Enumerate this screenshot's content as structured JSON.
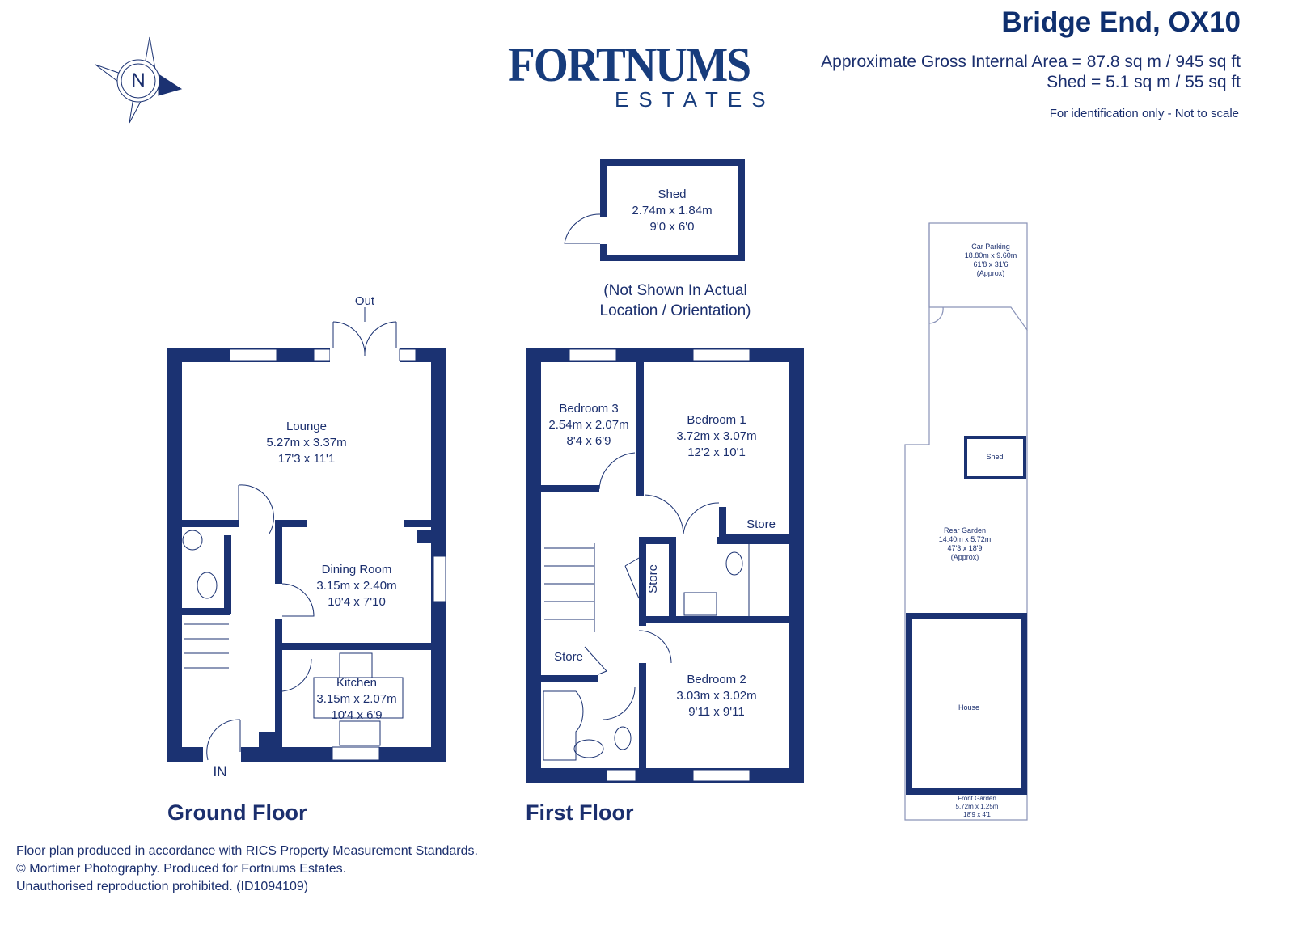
{
  "header": {
    "title": "Bridge End, OX10",
    "gross_area": "Approximate Gross Internal Area = 87.8 sq m / 945 sq ft",
    "shed_area": "Shed = 5.1 sq m / 55 sq ft",
    "disclaimer": "For identification only - Not to scale"
  },
  "logo": {
    "name": "FORTNUMS",
    "sub": "ESTATES"
  },
  "compass": {
    "label": "N"
  },
  "colors": {
    "wall": "#1b3272",
    "text": "#1b2f6e"
  },
  "shed_plan": {
    "name": "Shed",
    "metric": "2.74m x 1.84m",
    "imperial": "9'0 x 6'0",
    "note_line1": "(Not Shown In Actual",
    "note_line2": "Location / Orientation)"
  },
  "ground_floor": {
    "label": "Ground Floor",
    "out_label": "Out",
    "in_label": "IN",
    "rooms": [
      {
        "name": "Lounge",
        "metric": "5.27m x 3.37m",
        "imperial": "17'3 x 11'1"
      },
      {
        "name": "Dining Room",
        "metric": "3.15m x 2.40m",
        "imperial": "10'4 x 7'10"
      },
      {
        "name": "Kitchen",
        "metric": "3.15m x 2.07m",
        "imperial": "10'4 x 6'9"
      }
    ]
  },
  "first_floor": {
    "label": "First Floor",
    "rooms": [
      {
        "name": "Bedroom 3",
        "metric": "2.54m x 2.07m",
        "imperial": "8'4 x 6'9"
      },
      {
        "name": "Bedroom 1",
        "metric": "3.72m x 3.07m",
        "imperial": "12'2 x 10'1"
      },
      {
        "name": "Bedroom 2",
        "metric": "3.03m x 3.02m",
        "imperial": "9'11 x 9'11"
      }
    ],
    "stores": [
      "Store",
      "Store",
      "Store"
    ]
  },
  "site_plan": {
    "car_parking": {
      "name": "Car Parking",
      "metric": "18.80m x 9.60m",
      "imperial": "61'8 x 31'6",
      "note": "(Approx)"
    },
    "shed": "Shed",
    "rear_garden": {
      "name": "Rear Garden",
      "metric": "14.40m x 5.72m",
      "imperial": "47'3 x 18'9",
      "note": "(Approx)"
    },
    "house": "House",
    "front_garden": {
      "name": "Front Garden",
      "metric": "5.72m x 1.25m",
      "imperial": "18'9 x 4'1"
    }
  },
  "footer": {
    "line1": "Floor plan produced in accordance with RICS Property Measurement Standards.",
    "line2": "© Mortimer Photography. Produced for Fortnums Estates.",
    "line3": "Unauthorised reproduction prohibited. (ID1094109)"
  }
}
